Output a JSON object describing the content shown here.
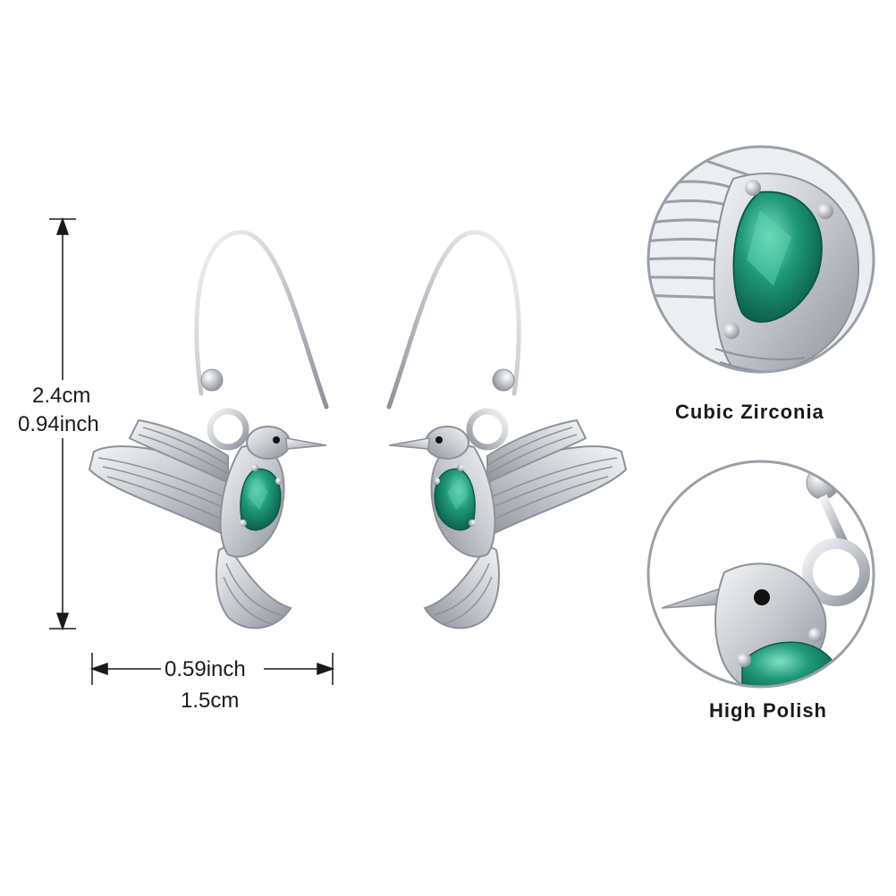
{
  "dimensions": {
    "height_cm": "2.4cm",
    "height_inch": "0.94inch",
    "width_inch": "0.59inch",
    "width_cm": "1.5cm"
  },
  "features": {
    "top_label": "Cubic Zirconia",
    "bottom_label": "High Polish"
  },
  "colors": {
    "silver": "#c9ccd1",
    "silver_dark": "#8d9299",
    "gem": "#1f9a7a",
    "gem_dark": "#0b5a45",
    "text": "#1a1a1a"
  }
}
